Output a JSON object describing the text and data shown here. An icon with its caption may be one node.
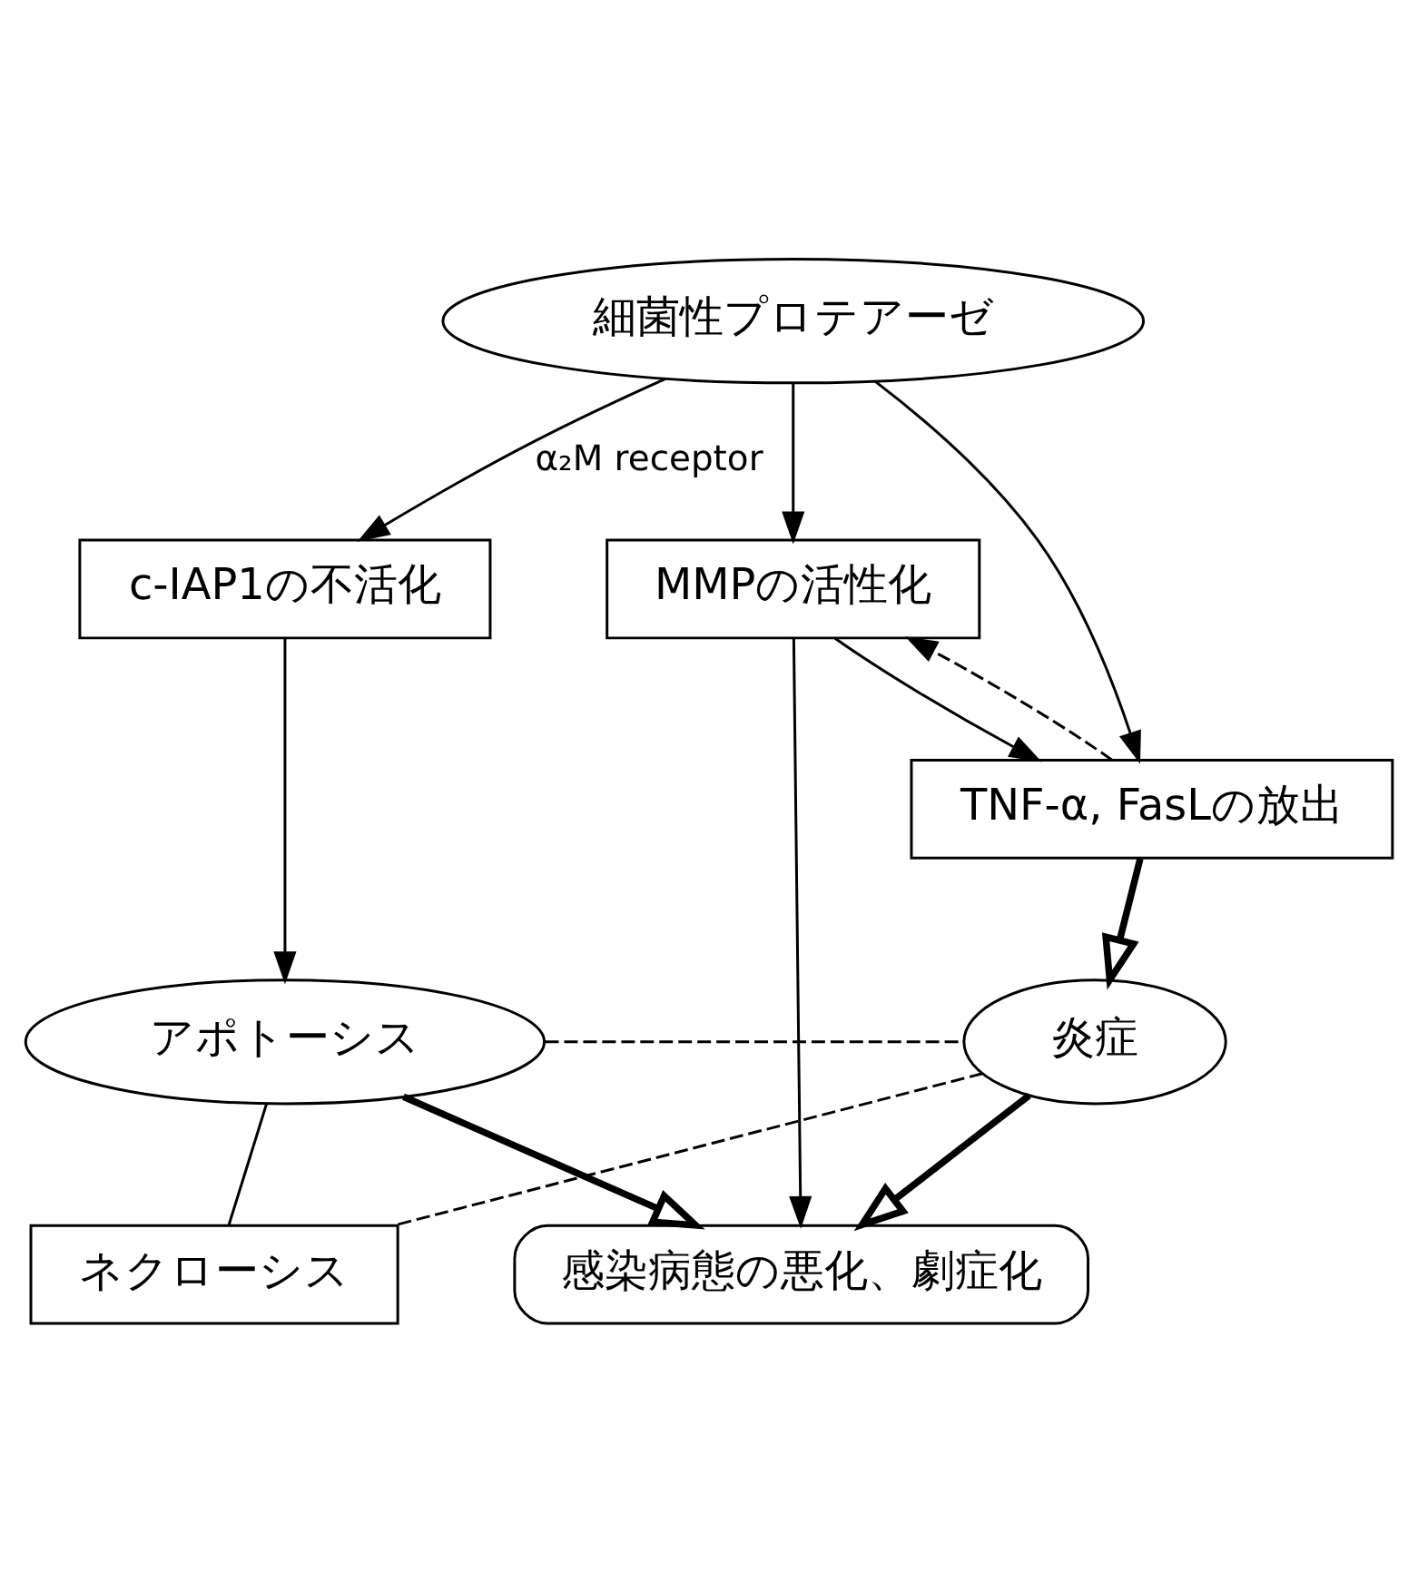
{
  "diagram": {
    "nodes": [
      {
        "text": [
          "細菌性プロテアーゼ"
        ]
      },
      {
        "text": [
          "c-IAP1の不活化"
        ]
      },
      {
        "text": [
          "MMPの活性化"
        ]
      },
      {
        "text": [
          "TNF-α, FasLの放出"
        ]
      },
      {
        "text": [
          "アポトーシス"
        ]
      },
      {
        "text": [
          "炎症"
        ]
      },
      {
        "text": [
          "ネクローシス"
        ]
      },
      {
        "text": [
          "感染病態の悪化、劇症化"
        ]
      }
    ],
    "edges": [
      {
        "from": 0,
        "to": 1,
        "arrow": "to",
        "label": "α₂M receptor"
      },
      {
        "from": 0,
        "to": 2,
        "arrow": "to"
      },
      {
        "from": 0,
        "to": 3,
        "arrow": "to"
      },
      {
        "from": 2,
        "to": 3,
        "arrow": "to"
      },
      {
        "from": 3,
        "to": 2,
        "arrow": "to",
        "style": "dashed"
      },
      {
        "from": 3,
        "to": 5,
        "arrow": "to",
        "style": "thick"
      },
      {
        "from": 1,
        "to": 4,
        "arrow": "to"
      },
      {
        "from": 4,
        "to": 5,
        "arrow": "none",
        "style": "dashed"
      },
      {
        "from": 4,
        "to": 6,
        "arrow": "none"
      },
      {
        "from": 5,
        "to": 6,
        "arrow": "none",
        "style": "dashed"
      },
      {
        "from": 4,
        "to": 7,
        "arrow": "to",
        "style": "thick"
      },
      {
        "from": 5,
        "to": 7,
        "arrow": "to",
        "style": "thick"
      },
      {
        "from": 2,
        "to": 7,
        "arrow": "to"
      }
    ]
  }
}
